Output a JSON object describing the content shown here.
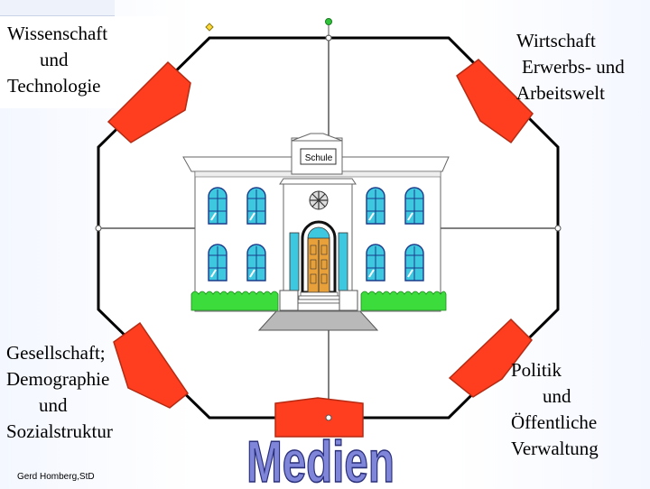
{
  "labels": {
    "top_left": [
      "Wissenschaft",
      "und",
      "Technologie"
    ],
    "top_right": [
      "Wirtschaft",
      "Erwerbs- und",
      "Arbeitswelt"
    ],
    "bottom_left": [
      "Gesellschaft;",
      "Demographie",
      "und",
      "Sozialstruktur"
    ],
    "bottom_right": [
      "Politik",
      "und",
      "Öffentliche",
      "Verwaltung"
    ],
    "bottom": "Medien"
  },
  "building": {
    "sign": "Schule"
  },
  "credit": "Gerd Homberg,StD",
  "colors": {
    "arrow": "#ff3d1f",
    "arrow_stroke": "#b52a12",
    "octagon_stroke": "#000000",
    "medien_fill": "#7f86d9",
    "medien_stroke": "#2a2f7a",
    "lawn": "#3bdc3b",
    "door": "#e8a13a",
    "window_glass": "#3ec8e0"
  }
}
